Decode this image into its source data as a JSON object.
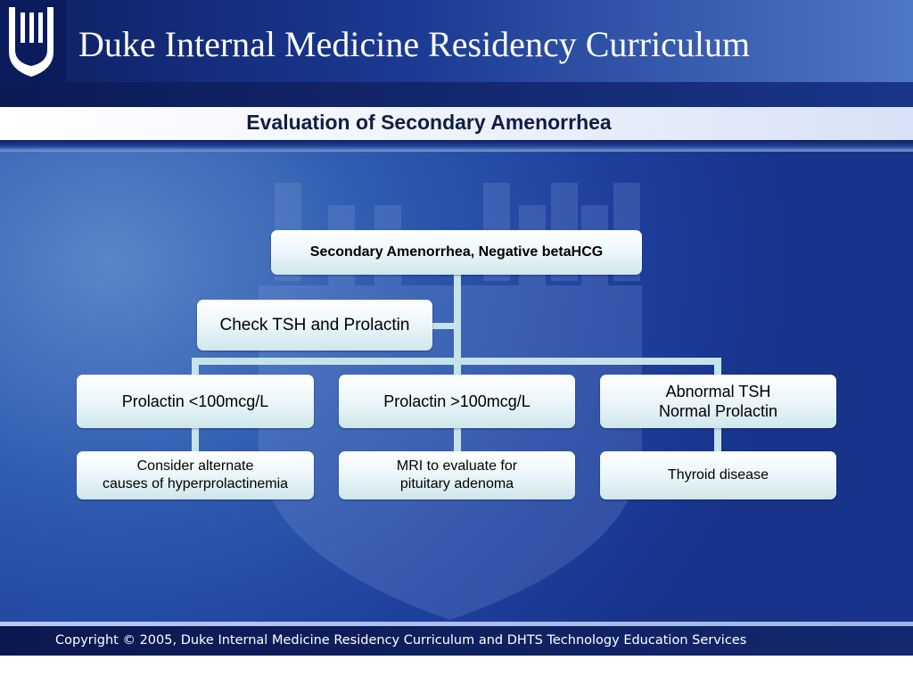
{
  "header": {
    "title": "Duke Internal Medicine Residency Curriculum",
    "logo_icon": "duke-shield-icon"
  },
  "slide": {
    "subtitle": "Evaluation of Secondary Amenorrhea"
  },
  "diagram": {
    "root": "Secondary Amenorrhea, Negative betaHCG",
    "assistant": "Check TSH and Prolactin",
    "branches": [
      {
        "label": "Prolactin <100mcg/L",
        "action": "Consider alternate\ncauses of hyperprolactinemia"
      },
      {
        "label": "Prolactin >100mcg/L",
        "action": "MRI to evaluate for\npituitary adenoma"
      },
      {
        "label": "Abnormal TSH\nNormal Prolactin",
        "action": "Thyroid disease"
      }
    ]
  },
  "footer": {
    "copyright": "Copyright © 2005, Duke Internal Medicine Residency Curriculum and DHTS Technology Education Services"
  },
  "colors": {
    "header_dark": "#0e1f63",
    "background_blue": "#1d3f9c",
    "box_fill": "#eef7fb",
    "connector": "#c6e3ea"
  }
}
